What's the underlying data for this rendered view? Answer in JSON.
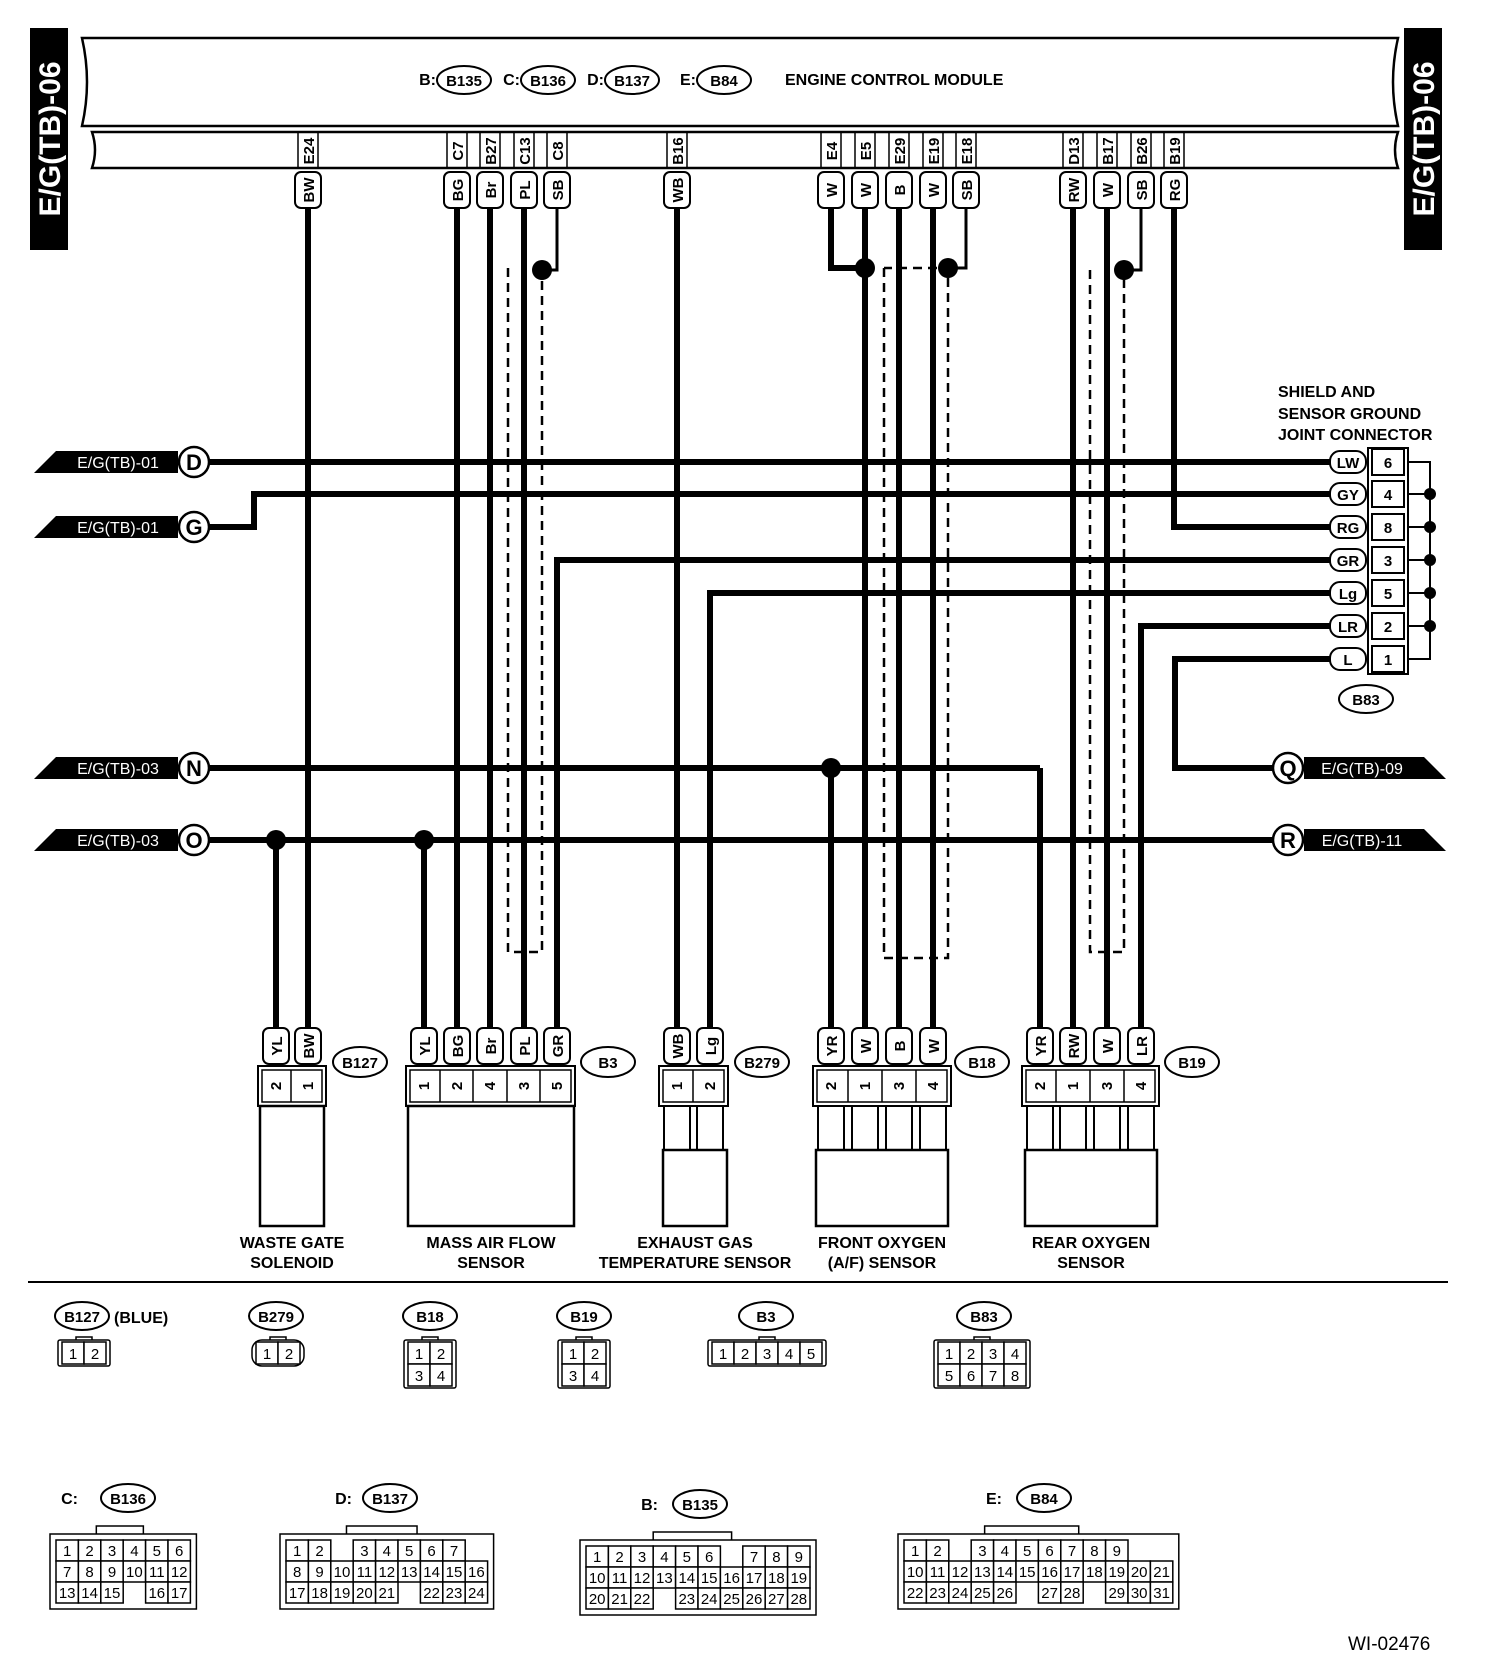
{
  "page_id_left": "E/G(TB)-06",
  "page_id_right": "E/G(TB)-06",
  "ecm": {
    "title": "ENGINE CONTROL MODULE",
    "refs": [
      {
        "prefix": "B:",
        "code": "B135"
      },
      {
        "prefix": "C:",
        "code": "B136"
      },
      {
        "prefix": "D:",
        "code": "B137"
      },
      {
        "prefix": "E:",
        "code": "B84"
      }
    ]
  },
  "ecm_pins": [
    {
      "pin": "E24",
      "wire": "BW"
    },
    {
      "pin": "C7",
      "wire": "BG"
    },
    {
      "pin": "B27",
      "wire": "Br"
    },
    {
      "pin": "C13",
      "wire": "PL"
    },
    {
      "pin": "C8",
      "wire": "SB"
    },
    {
      "pin": "B16",
      "wire": "WB"
    },
    {
      "pin": "E4",
      "wire": "W"
    },
    {
      "pin": "E5",
      "wire": "W"
    },
    {
      "pin": "E29",
      "wire": "B"
    },
    {
      "pin": "E19",
      "wire": "W"
    },
    {
      "pin": "E18",
      "wire": "SB"
    },
    {
      "pin": "D13",
      "wire": "RW"
    },
    {
      "pin": "B17",
      "wire": "W"
    },
    {
      "pin": "B26",
      "wire": "SB"
    },
    {
      "pin": "B19",
      "wire": "RG"
    }
  ],
  "offpage_left": [
    {
      "label": "E/G(TB)-01",
      "letter": "D"
    },
    {
      "label": "E/G(TB)-01",
      "letter": "G"
    },
    {
      "label": "E/G(TB)-03",
      "letter": "N"
    },
    {
      "label": "E/G(TB)-03",
      "letter": "O"
    }
  ],
  "offpage_right": [
    {
      "label": "E/G(TB)-09",
      "letter": "Q"
    },
    {
      "label": "E/G(TB)-11",
      "letter": "R"
    }
  ],
  "joint": {
    "title_lines": [
      "SHIELD AND",
      "SENSOR GROUND",
      "JOINT CONNECTOR"
    ],
    "code": "B83",
    "rows": [
      {
        "wire": "LW",
        "pin": "6"
      },
      {
        "wire": "GY",
        "pin": "4"
      },
      {
        "wire": "RG",
        "pin": "8"
      },
      {
        "wire": "GR",
        "pin": "3"
      },
      {
        "wire": "Lg",
        "pin": "5"
      },
      {
        "wire": "LR",
        "pin": "2"
      },
      {
        "wire": "L",
        "pin": "1"
      }
    ]
  },
  "components": [
    {
      "code": "B127",
      "name_lines": [
        "WASTE GATE",
        "SOLENOID"
      ],
      "wires": [
        "YL",
        "BW"
      ],
      "pins": [
        "2",
        "1"
      ]
    },
    {
      "code": "B3",
      "name_lines": [
        "MASS AIR FLOW",
        "SENSOR"
      ],
      "wires": [
        "YL",
        "BG",
        "Br",
        "PL",
        "GR"
      ],
      "pins": [
        "1",
        "2",
        "4",
        "3",
        "5"
      ]
    },
    {
      "code": "B279",
      "name_lines": [
        "EXHAUST GAS",
        "TEMPERATURE SENSOR"
      ],
      "wires": [
        "WB",
        "Lg"
      ],
      "pins": [
        "1",
        "2"
      ]
    },
    {
      "code": "B18",
      "name_lines": [
        "FRONT OXYGEN",
        "(A/F) SENSOR"
      ],
      "wires": [
        "YR",
        "W",
        "B",
        "W"
      ],
      "pins": [
        "2",
        "1",
        "3",
        "4"
      ]
    },
    {
      "code": "B19",
      "name_lines": [
        "REAR OXYGEN",
        "SENSOR"
      ],
      "wires": [
        "YR",
        "RW",
        "W",
        "LR"
      ],
      "pins": [
        "2",
        "1",
        "3",
        "4"
      ]
    }
  ],
  "connector_legend": {
    "blue_note": "(BLUE)",
    "small": [
      {
        "code": "B127",
        "rows": [
          [
            "1",
            "2"
          ]
        ]
      },
      {
        "code": "B279",
        "rows": [
          [
            "1",
            "2"
          ]
        ]
      },
      {
        "code": "B18",
        "rows": [
          [
            "1",
            "2"
          ],
          [
            "3",
            "4"
          ]
        ]
      },
      {
        "code": "B19",
        "rows": [
          [
            "1",
            "2"
          ],
          [
            "3",
            "4"
          ]
        ]
      },
      {
        "code": "B3",
        "rows": [
          [
            "1",
            "2",
            "3",
            "4",
            "5"
          ]
        ]
      },
      {
        "code": "B83",
        "rows": [
          [
            "1",
            "2",
            "3",
            "4"
          ],
          [
            "5",
            "6",
            "7",
            "8"
          ]
        ]
      }
    ],
    "large": [
      {
        "prefix": "C:",
        "code": "B136",
        "rows": [
          [
            "1",
            "2",
            "3",
            "4",
            "5",
            "6"
          ],
          [
            "7",
            "8",
            "9",
            "10",
            "11",
            "12"
          ],
          [
            "13",
            "14",
            "15",
            "",
            "16",
            "17"
          ]
        ]
      },
      {
        "prefix": "D:",
        "code": "B137",
        "rows": [
          [
            "1",
            "2",
            "",
            "3",
            "4",
            "5",
            "6",
            "7"
          ],
          [
            "8",
            "9",
            "10",
            "11",
            "12",
            "13",
            "14",
            "15",
            "16"
          ],
          [
            "17",
            "18",
            "19",
            "20",
            "21",
            "",
            "22",
            "23",
            "24"
          ]
        ]
      },
      {
        "prefix": "B:",
        "code": "B135",
        "rows": [
          [
            "1",
            "2",
            "3",
            "4",
            "5",
            "6",
            "",
            "7",
            "8",
            "9"
          ],
          [
            "10",
            "11",
            "12",
            "13",
            "14",
            "15",
            "16",
            "17",
            "18",
            "19"
          ],
          [
            "20",
            "21",
            "22",
            "",
            "23",
            "24",
            "25",
            "26",
            "27",
            "28"
          ]
        ]
      },
      {
        "prefix": "E:",
        "code": "B84",
        "rows": [
          [
            "1",
            "2",
            "",
            "3",
            "4",
            "5",
            "6",
            "7",
            "8",
            "9"
          ],
          [
            "10",
            "11",
            "12",
            "13",
            "14",
            "15",
            "16",
            "17",
            "18",
            "19",
            "20",
            "21"
          ],
          [
            "22",
            "23",
            "24",
            "25",
            "26",
            "",
            "27",
            "28",
            "",
            "29",
            "30",
            "31"
          ]
        ]
      }
    ]
  },
  "figure_id": "WI-02476"
}
